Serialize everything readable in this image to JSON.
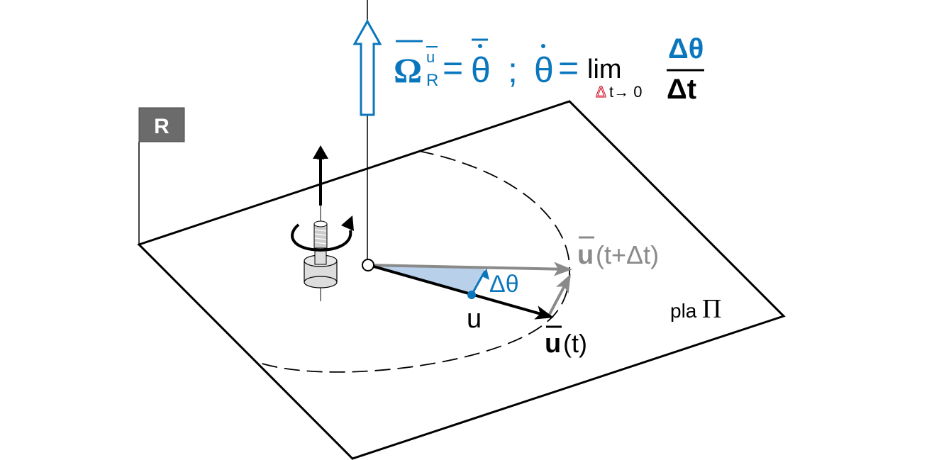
{
  "frame_label": "R",
  "formula": {
    "omega": "Ω",
    "omega_sup": "u",
    "omega_sub": "R",
    "equals": "=",
    "theta": "θ",
    "separator": ";",
    "lim": "lim",
    "lim_sub_delta": "Δ",
    "lim_sub_rest": "t→ 0",
    "numerator": "Δθ",
    "denominator": "Δt"
  },
  "labels": {
    "u_point": "u",
    "delta_theta": "Δθ",
    "u_t_vec": "u",
    "u_t_arg": "(t)",
    "u_tdt_vec": "u",
    "u_tdt_arg": "(t+Δt)",
    "plane_prefix": "pla",
    "plane_symbol": "Π"
  },
  "colors": {
    "blue": "#0a77bd",
    "gray": "#8a8a8a",
    "red": "#d0021b",
    "sector": "#b8d0ea"
  }
}
